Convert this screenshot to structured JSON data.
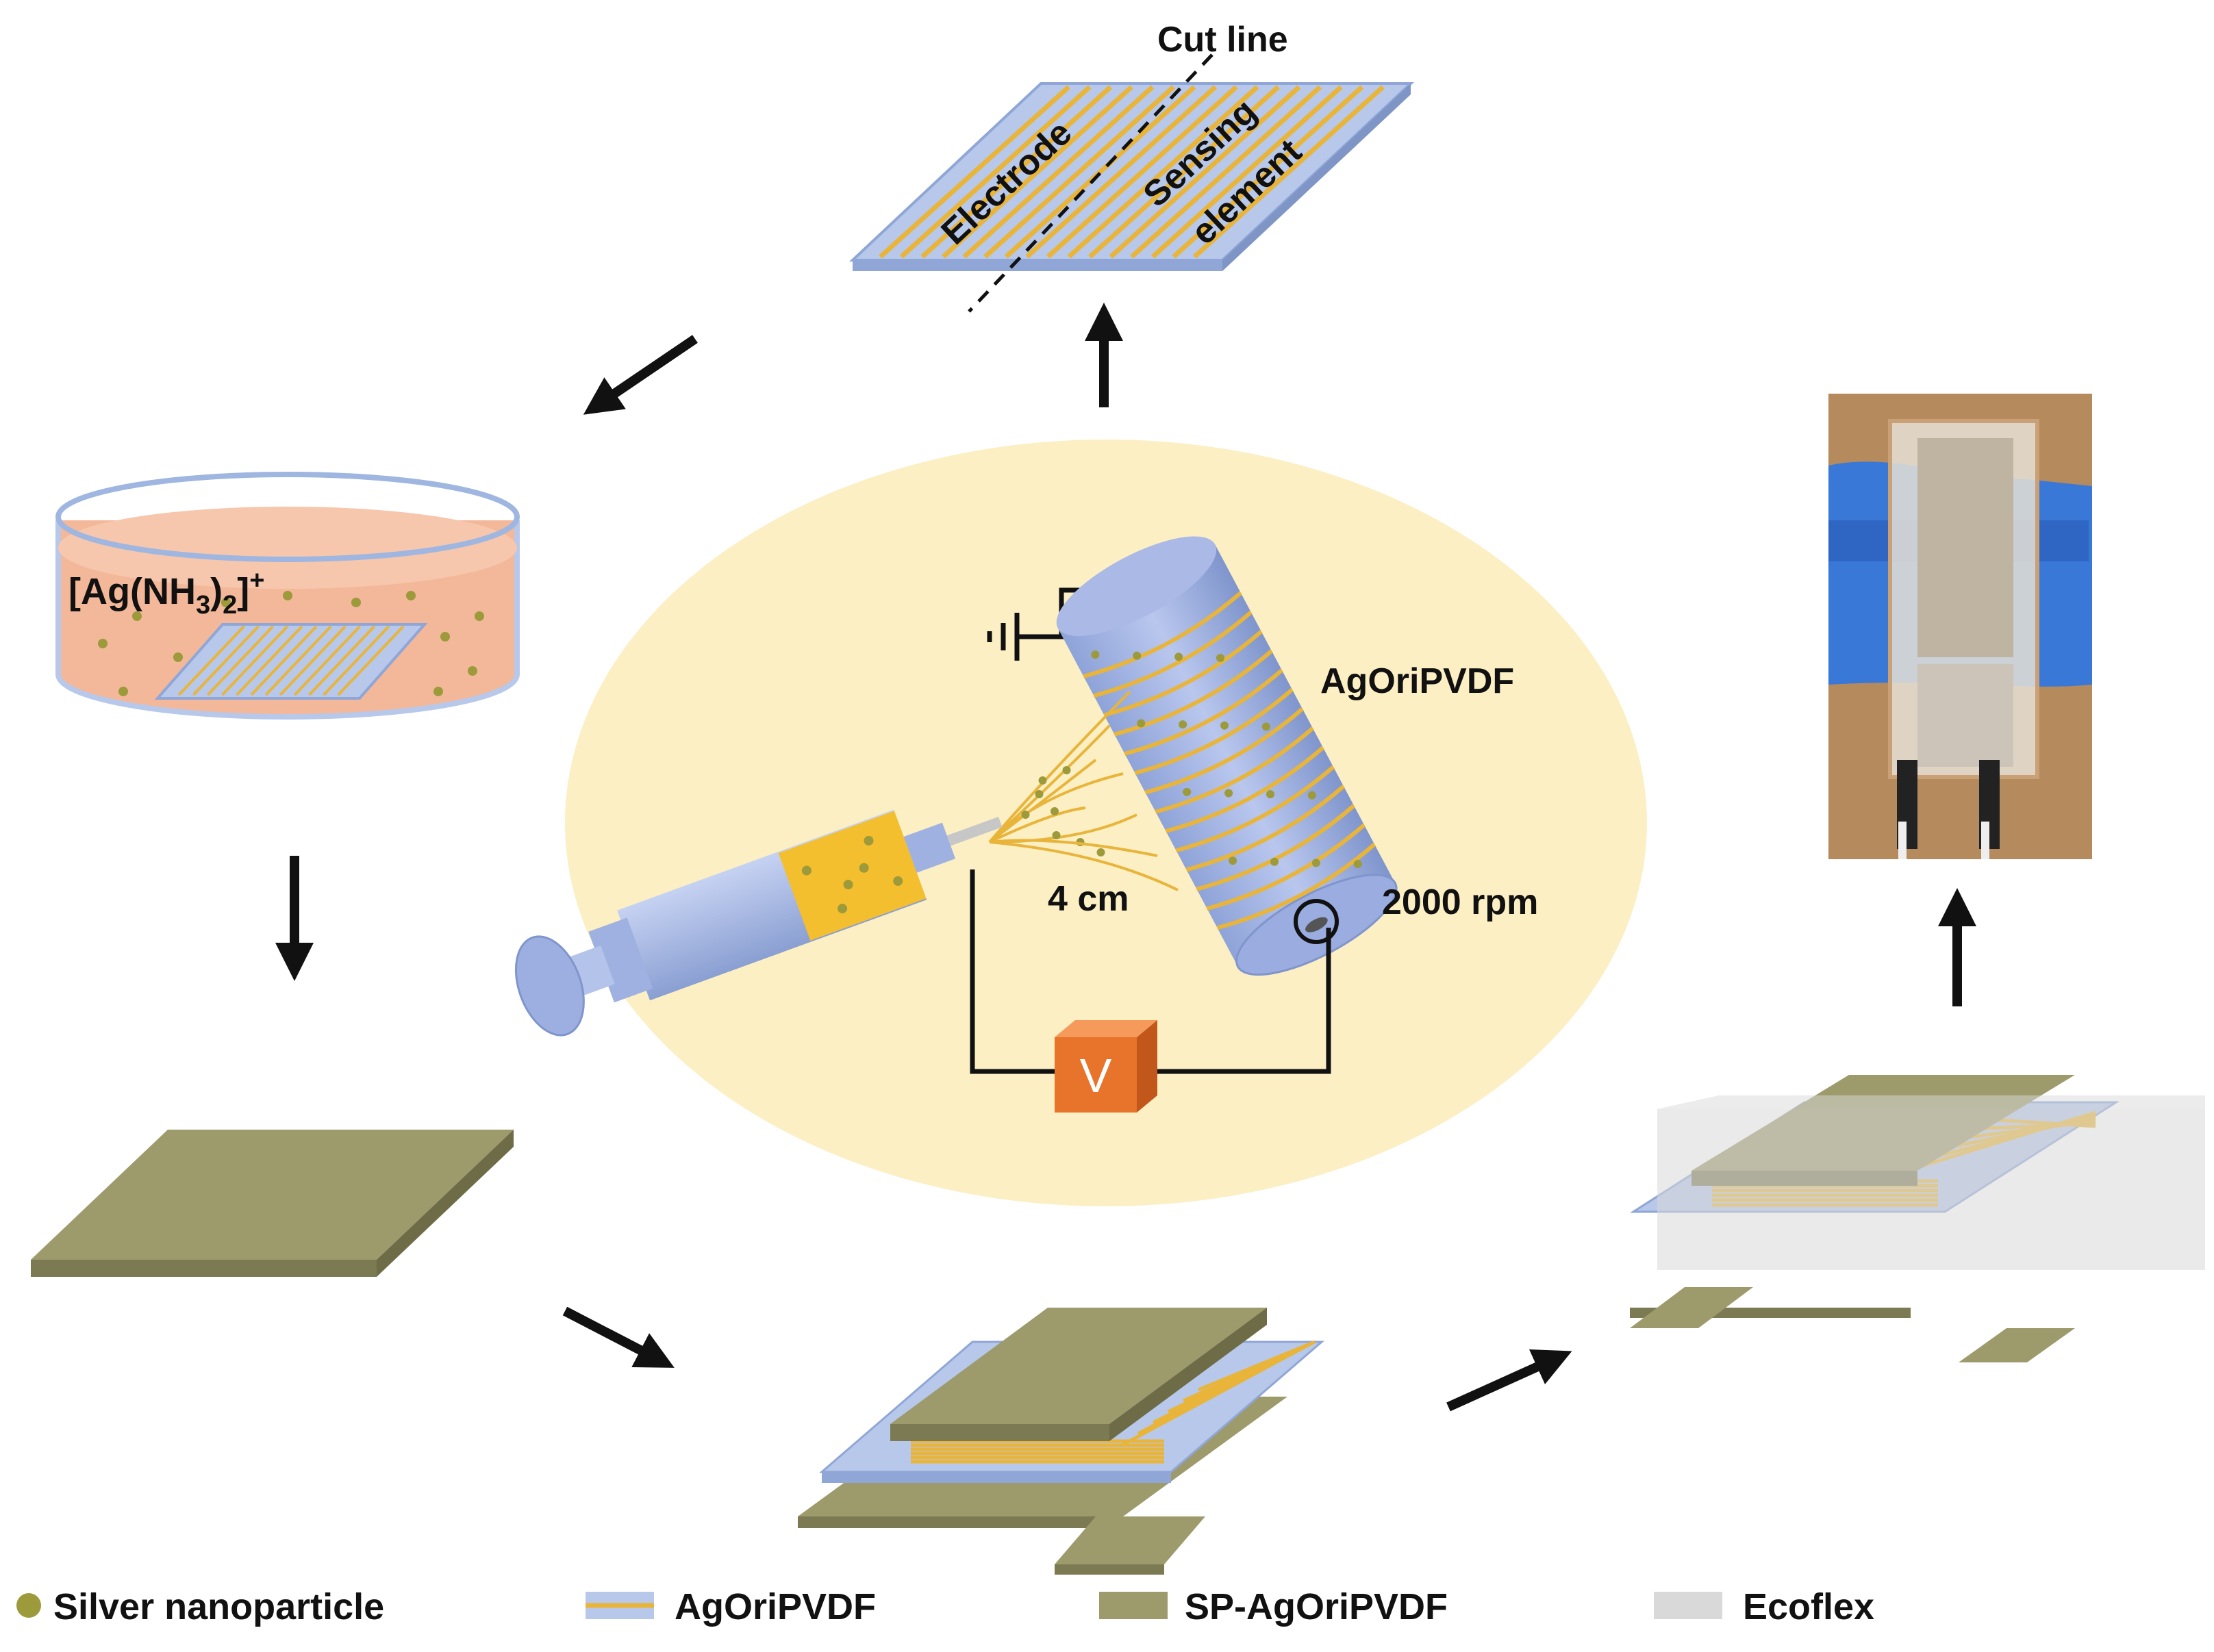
{
  "labels": {
    "cut_line": "Cut line",
    "electrode": "Electrode",
    "sensing_1": "Sensing",
    "sensing_2": "element",
    "ag_complex_main": "[Ag(NH",
    "ag_sub3": "3",
    "ag_close": ")",
    "ag_sub2": "2",
    "ag_bracket": "]",
    "ag_sup": "+",
    "fiber_name": "AgOriPVDF",
    "distance": "4 cm",
    "rotation": "2000 rpm",
    "voltage": "V"
  },
  "legend": [
    {
      "label": "Silver nanoparticle",
      "swatch": "dot"
    },
    {
      "label": "AgOriPVDF",
      "swatch": "fiber"
    },
    {
      "label": "SP-AgOriPVDF",
      "swatch": "sp"
    },
    {
      "label": "Ecoflex",
      "swatch": "ecoflex"
    }
  ],
  "colors": {
    "pvdf_blue": "#b7c8ea",
    "pvdf_edge": "#8fa6d6",
    "fiber_gold": "#e8b53a",
    "sp_olive": "#9d9a6c",
    "sp_dark": "#7c7a52",
    "dish_liquid": "#f3b89a",
    "ellipse_bg": "#fcefc4",
    "ecoflex": "#d9d9d9",
    "voltage_box": "#e8732a",
    "particle": "#9c9a3a"
  }
}
